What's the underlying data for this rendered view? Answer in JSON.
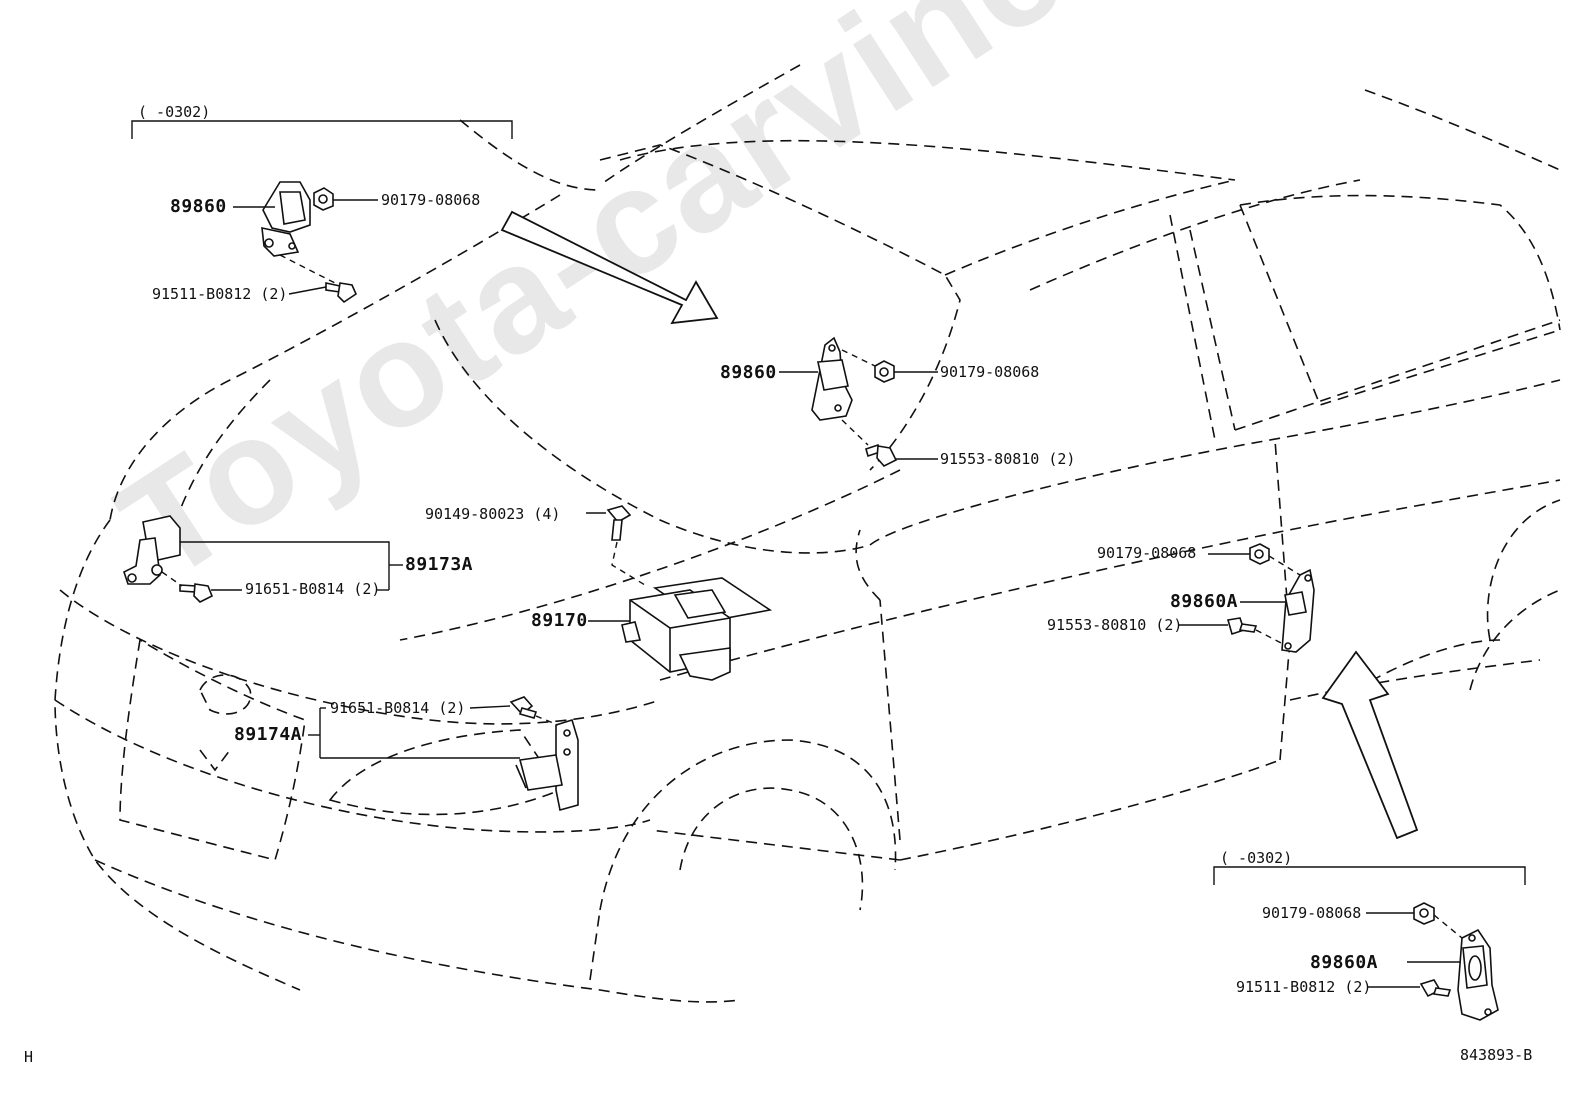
{
  "watermark": "Toyota-carvine.ru",
  "date_ranges": {
    "top_left": "(      -0302)",
    "bottom_right": "(      -0302)"
  },
  "labels": {
    "tl_89860": "89860",
    "tl_90179": "90179-08068",
    "tl_91511": "91511-B0812 (2)",
    "c_89860": "89860",
    "c_90179": "90179-08068",
    "c_91553": "91553-80810 (2)",
    "c_90149": "90149-80023 (4)",
    "c_89170": "89170",
    "l_89173a": "89173A",
    "l_91651": "91651-B0814 (2)",
    "b_91651": "91651-B0814 (2)",
    "b_89174a": "89174A",
    "r_90179": "90179-08068",
    "r_89860a": "89860A",
    "r_91553": "91553-80810 (2)",
    "br_90179": "90179-08068",
    "br_89860a": "89860A",
    "br_91511": "91511-B0812 (2)"
  },
  "footer": {
    "left_code": "H",
    "diagram_id": "843893-B"
  }
}
